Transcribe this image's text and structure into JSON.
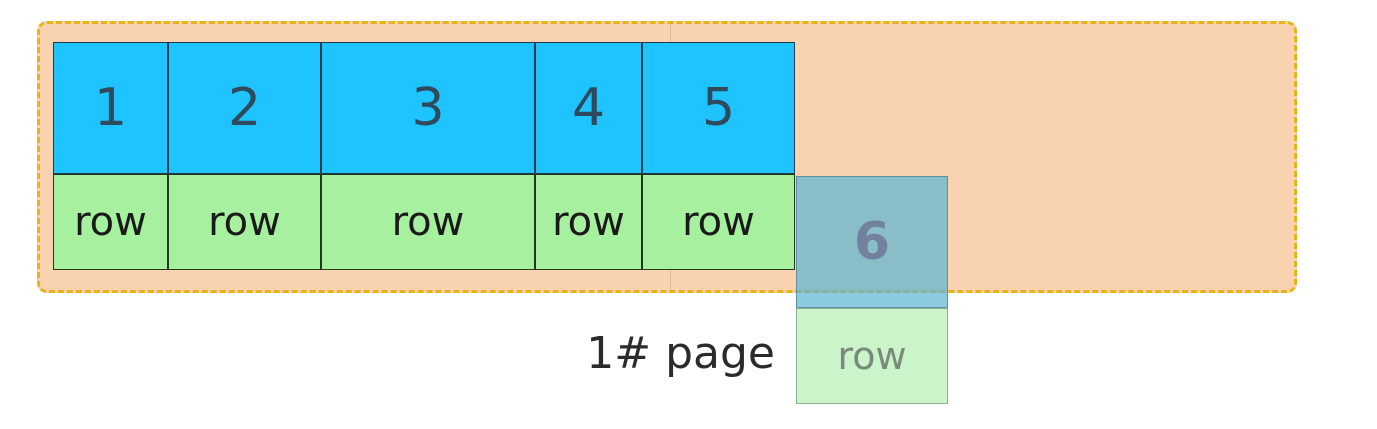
{
  "diagram": {
    "page_label": "1# page",
    "columns": [
      {
        "number": "1",
        "row_label": "row"
      },
      {
        "number": "2",
        "row_label": "row"
      },
      {
        "number": "3",
        "row_label": "row"
      },
      {
        "number": "4",
        "row_label": "row"
      },
      {
        "number": "5",
        "row_label": "row"
      }
    ],
    "overflow": {
      "number": "6",
      "row_label": "row"
    },
    "colors": {
      "page_fill": "#f9d2b0",
      "page_border": "#e6b318",
      "number_fill": "#1ec3ff",
      "row_fill": "#a6f0a0"
    }
  }
}
